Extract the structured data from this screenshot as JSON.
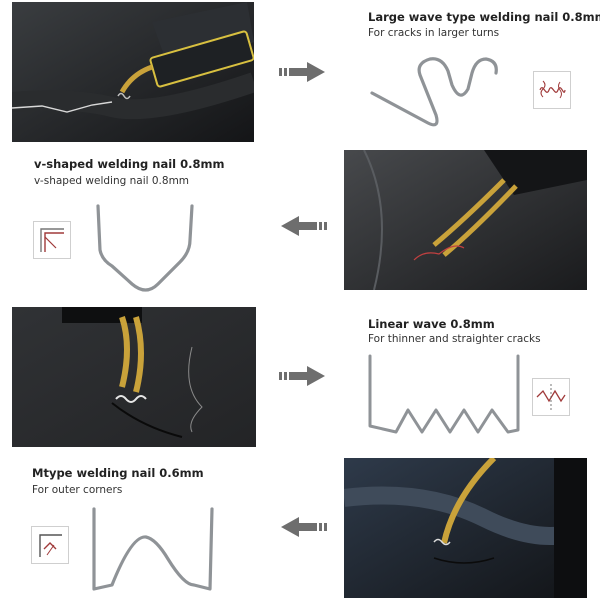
{
  "items": [
    {
      "title": "Large wave type welding nail 0.8mm",
      "subtitle": "For cracks in larger turns",
      "icon": "wave-crack-icon"
    },
    {
      "title": "v-shaped welding nail 0.8mm",
      "subtitle": "v-shaped welding nail 0.8mm",
      "icon": "v-corner-icon"
    },
    {
      "title": "Linear wave 0.8mm",
      "subtitle": "For thinner and straighter cracks",
      "icon": "linear-wave-icon"
    },
    {
      "title": "Mtype welding nail 0.6mm",
      "subtitle": "For outer corners",
      "icon": "outer-corner-icon"
    }
  ],
  "arrows": [
    "right-arrow-icon",
    "left-arrow-icon",
    "right-arrow-icon",
    "left-arrow-icon"
  ],
  "colors": {
    "arrow": "#6e6e6e",
    "wire": "#8f9397",
    "brass": "#c9a23a",
    "photo_bg": "#1b1d1f"
  }
}
